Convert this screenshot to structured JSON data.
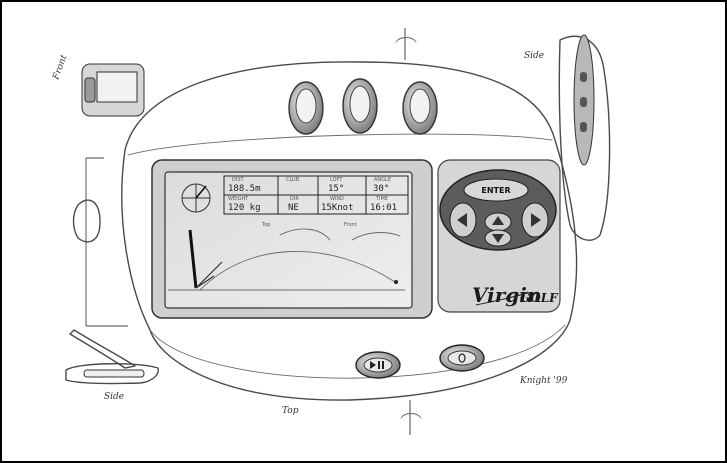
{
  "display": {
    "row1": [
      "188.5m",
      "",
      "15°",
      "30°"
    ],
    "row2": [
      "120 kg",
      "NE",
      "15Knot",
      "16:01"
    ],
    "headers_top": [
      "DIST",
      "CLUB",
      "LOFT",
      "ANGLE"
    ],
    "headers_bottom": [
      "WEIGHT",
      "DIR",
      "WIND",
      "TIME"
    ],
    "sub_labels": [
      "Top",
      "Front"
    ]
  },
  "keypad": {
    "enter_label": "ENTER"
  },
  "brand": {
    "name": "Virgin",
    "suffix": "GOLF"
  },
  "annotations": {
    "front": "Front",
    "side_top": "Side",
    "side_bottom": "Side",
    "top": "Top",
    "signature": "Knight '99"
  }
}
